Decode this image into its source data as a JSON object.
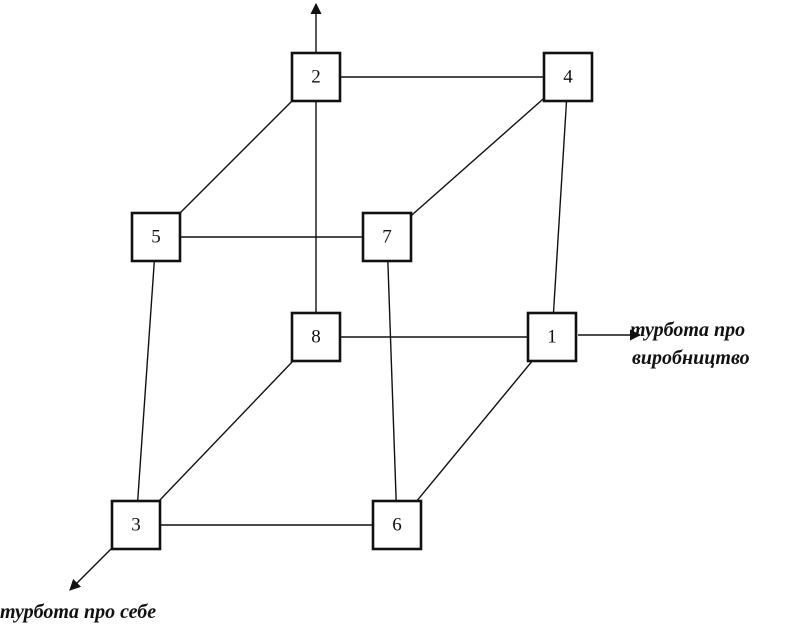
{
  "nodes": [
    {
      "id": "1",
      "label": "1"
    },
    {
      "id": "2",
      "label": "2"
    },
    {
      "id": "3",
      "label": "3"
    },
    {
      "id": "4",
      "label": "4"
    },
    {
      "id": "5",
      "label": "5"
    },
    {
      "id": "6",
      "label": "6"
    },
    {
      "id": "7",
      "label": "7"
    },
    {
      "id": "8",
      "label": "8"
    }
  ],
  "edges": [
    [
      "2",
      "4"
    ],
    [
      "2",
      "5"
    ],
    [
      "2",
      "8"
    ],
    [
      "4",
      "7"
    ],
    [
      "4",
      "1"
    ],
    [
      "5",
      "7"
    ],
    [
      "5",
      "3"
    ],
    [
      "7",
      "6"
    ],
    [
      "8",
      "1"
    ],
    [
      "8",
      "3"
    ],
    [
      "1",
      "6"
    ],
    [
      "3",
      "6"
    ]
  ],
  "axes": {
    "production": {
      "line1": "турбота про",
      "line2": "виробництво"
    },
    "self": {
      "label": "турбота про себе"
    }
  }
}
